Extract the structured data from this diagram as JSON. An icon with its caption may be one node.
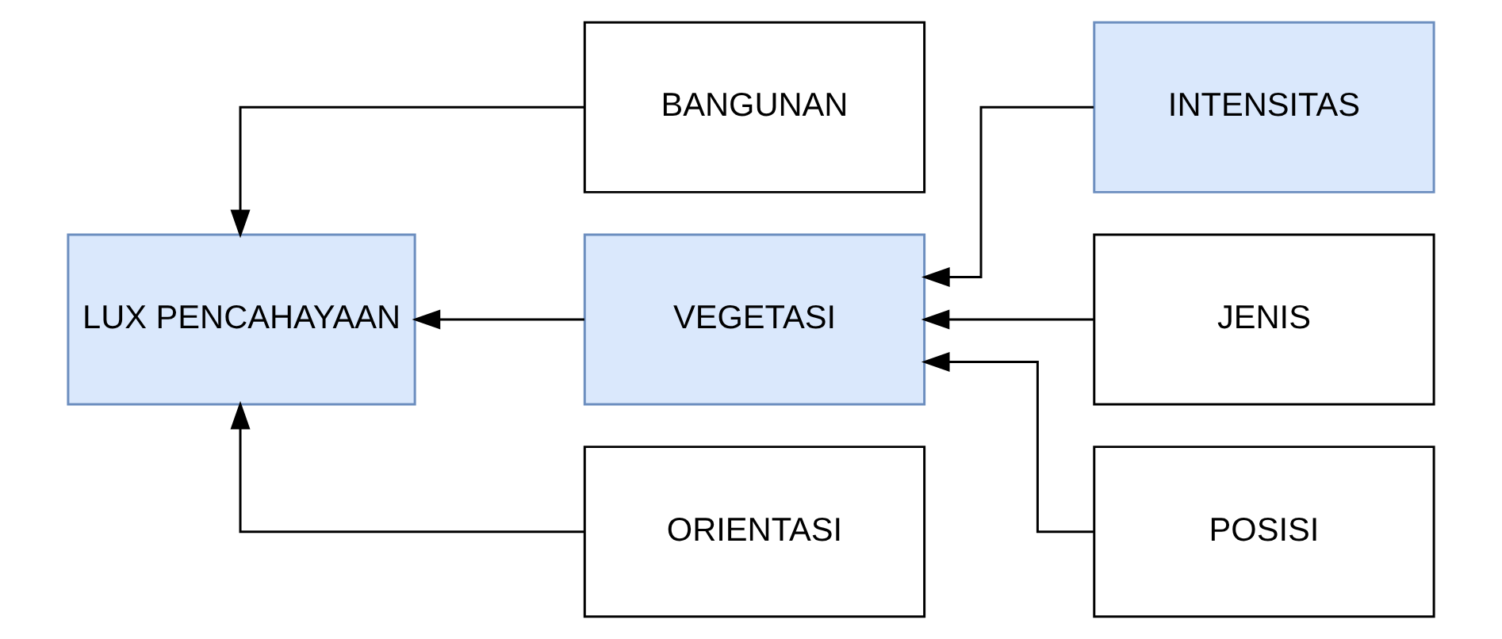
{
  "diagram": {
    "nodes": [
      {
        "text": [
          "LUX PENCAHAYAAN"
        ]
      },
      {
        "text": [
          "BANGUNAN"
        ]
      },
      {
        "text": [
          "VEGETASI"
        ]
      },
      {
        "text": [
          "ORIENTASI"
        ]
      },
      {
        "text": [
          "INTENSITAS"
        ]
      },
      {
        "text": [
          "JENIS"
        ]
      },
      {
        "text": [
          "POSISI"
        ]
      }
    ],
    "edges": [
      {
        "from": 1,
        "to": 0,
        "arrow": "to"
      },
      {
        "from": 2,
        "to": 0,
        "arrow": "to"
      },
      {
        "from": 3,
        "to": 0,
        "arrow": "to"
      },
      {
        "from": 4,
        "to": 2,
        "arrow": "to"
      },
      {
        "from": 5,
        "to": 2,
        "arrow": "to"
      },
      {
        "from": 6,
        "to": 2,
        "arrow": "to"
      }
    ]
  }
}
